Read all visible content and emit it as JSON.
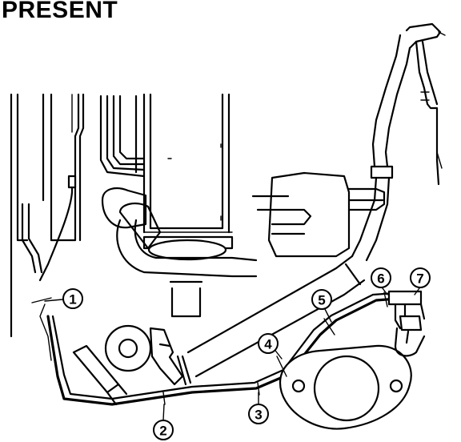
{
  "title": "PRESENT",
  "callouts": [
    "1",
    "2",
    "3",
    "4",
    "5",
    "6",
    "7"
  ]
}
